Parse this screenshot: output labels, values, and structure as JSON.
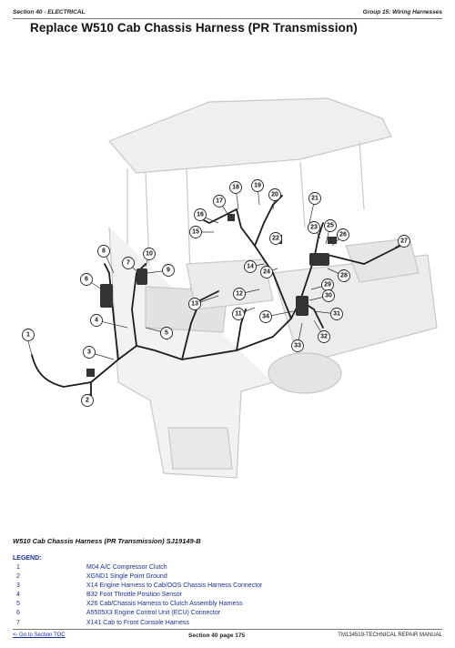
{
  "header": {
    "section": "Section 40 - ELECTRICAL",
    "group": "Group 15: Wiring Harnesses"
  },
  "title": "Replace W510 Cab Chassis Harness (PR Transmission)",
  "caption": "W510 Cab Chassis Harness (PR Transmission) SJ19149-B",
  "callouts": [
    "1",
    "2",
    "3",
    "4",
    "5",
    "6",
    "7",
    "8",
    "9",
    "10",
    "11",
    "12",
    "13",
    "14",
    "15",
    "16",
    "17",
    "18",
    "19",
    "20",
    "21",
    "22",
    "23",
    "24",
    "25",
    "26",
    "27",
    "28",
    "29",
    "30",
    "31",
    "32",
    "33",
    "34"
  ],
  "legend": {
    "title": "LEGEND:",
    "items": [
      {
        "num": "1",
        "desc": "M04 A/C Compressor Clutch"
      },
      {
        "num": "2",
        "desc": "XGND1 Single Point Ground"
      },
      {
        "num": "3",
        "desc": "X14 Engine Harness to Cab/OOS Chassis Harness Connector"
      },
      {
        "num": "4",
        "desc": "B32 Foot Throttle Position Sensor"
      },
      {
        "num": "5",
        "desc": "X26 Cab/Chassis Harness to Clutch Assembly Harness"
      },
      {
        "num": "6",
        "desc": "A5505X3 Engine Control Unit (ECU) Connector"
      },
      {
        "num": "7",
        "desc": "X141 Cab to Front Console Harness"
      }
    ]
  },
  "footer": {
    "toc_link": "<- Go to Section TOC",
    "page": "Section 40 page 175",
    "manual": "TM134519-TECHNICAL REPAIR MANUAL"
  }
}
